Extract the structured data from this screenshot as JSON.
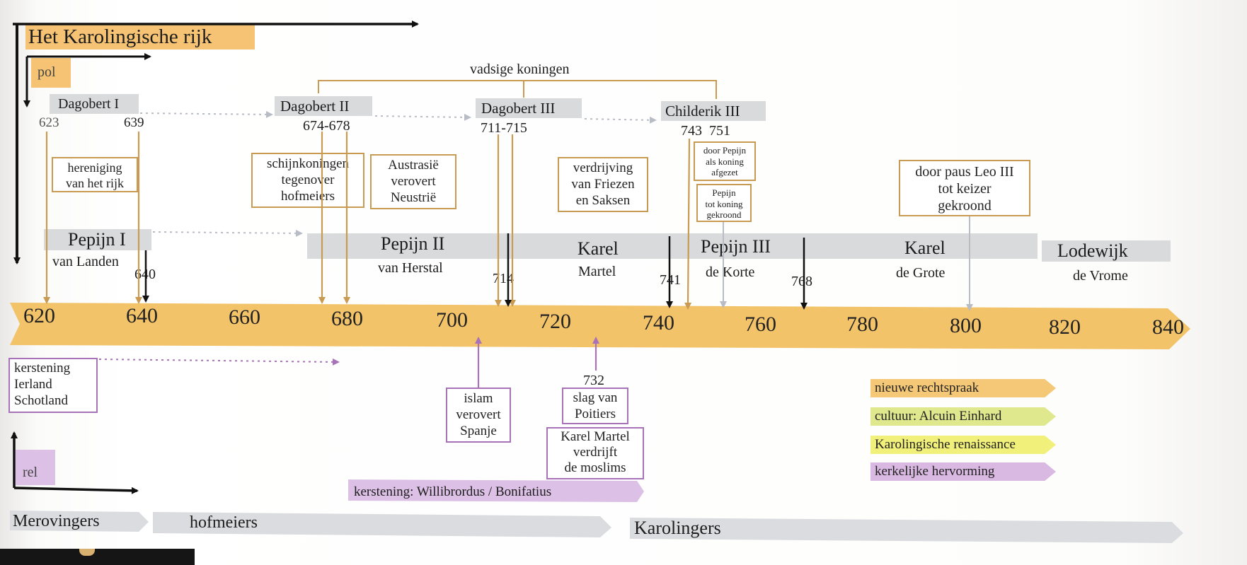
{
  "title": "Het Karolingische rijk",
  "tags": {
    "pol": "pol",
    "rel": "rel"
  },
  "group_label": "vadsige koningen",
  "kings": [
    {
      "name": "Dagobert I",
      "date_a": "623",
      "date_b": "639"
    },
    {
      "name": "Dagobert II",
      "dates": "674-678"
    },
    {
      "name": "Dagobert III",
      "dates": "711-715"
    },
    {
      "name": "Childerik III",
      "dates": "743  751"
    }
  ],
  "event_boxes": {
    "hereniging": "hereniging\nvan het rijk",
    "schijnkoningen": "schijnkoningen\ntegenover\nhofmeiers",
    "austrasie": "Austrasië\nverovert\nNeustrië",
    "verdrijving": "verdrijving\nvan Friezen\nen Saksen",
    "afgezet": "door Pepijn\nals koning\nafgezet",
    "gekroond": "Pepijn\ntot koning\ngekroond",
    "keizer": "door paus Leo III\ntot keizer\ngekroond"
  },
  "rulers": [
    {
      "name": "Pepijn I",
      "sub": "van Landen"
    },
    {
      "name": "Pepijn II",
      "sub": "van Herstal"
    },
    {
      "name": "Karel",
      "sub": "Martel"
    },
    {
      "name": "Pepijn III",
      "sub": "de Korte"
    },
    {
      "name": "Karel",
      "sub": "de Grote"
    },
    {
      "name": "Lodewijk",
      "sub": "de Vrome"
    }
  ],
  "year_marks": {
    "y640": "640",
    "y714": "714",
    "y741": "741",
    "y768": "768",
    "y732": "732"
  },
  "axis_ticks": [
    "620",
    "640",
    "660",
    "680",
    "700",
    "720",
    "740",
    "760",
    "780",
    "800",
    "820",
    "840"
  ],
  "religion_boxes": {
    "kerstening": "kerstening\nIerland\nSchotland",
    "islam": "islam\nverovert\nSpanje",
    "slag": "slag van\nPoitiers",
    "moslims": "Karel Martel\nverdrijft\nde moslims"
  },
  "mission_bar": "kerstening: Willibrordus / Bonifatius",
  "legend": [
    {
      "label": "nieuwe rechtspraak",
      "color": "#f4c877"
    },
    {
      "label": "cultuur: Alcuin  Einhard",
      "color": "#dfe88c"
    },
    {
      "label": "Karolingische renaissance",
      "color": "#f1f07a"
    },
    {
      "label": "kerkelijke hervorming",
      "color": "#d9b8e2"
    }
  ],
  "eras": [
    "Merovingers",
    "hofmeiers",
    "Karolingers"
  ],
  "colors": {
    "timeline": "#f3c36a",
    "gray_bar": "#d9dadc",
    "orange": "#c89a52",
    "purple": "#a872b8",
    "black": "#111111",
    "lavender": "#dcc0e6"
  }
}
